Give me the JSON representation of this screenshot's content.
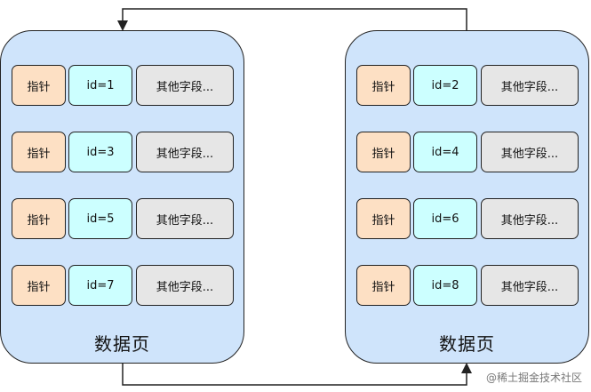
{
  "pages": [
    {
      "label": "数据页",
      "records": [
        {
          "pointer": "指针",
          "id": "id=1",
          "other": "其他字段..."
        },
        {
          "pointer": "指针",
          "id": "id=3",
          "other": "其他字段..."
        },
        {
          "pointer": "指针",
          "id": "id=5",
          "other": "其他字段..."
        },
        {
          "pointer": "指针",
          "id": "id=7",
          "other": "其他字段..."
        }
      ]
    },
    {
      "label": "数据页",
      "records": [
        {
          "pointer": "指针",
          "id": "id=2",
          "other": "其他字段..."
        },
        {
          "pointer": "指针",
          "id": "id=4",
          "other": "其他字段..."
        },
        {
          "pointer": "指针",
          "id": "id=6",
          "other": "其他字段..."
        },
        {
          "pointer": "指针",
          "id": "id=8",
          "other": "其他字段..."
        }
      ]
    }
  ],
  "watermark": "@稀土掘金技术社区",
  "colors": {
    "page_fill": "#cfe4fb",
    "pointer_fill": "#fde0c4",
    "id_fill": "#ccffff",
    "other_fill": "#e6e6e6",
    "line": "#222222"
  }
}
